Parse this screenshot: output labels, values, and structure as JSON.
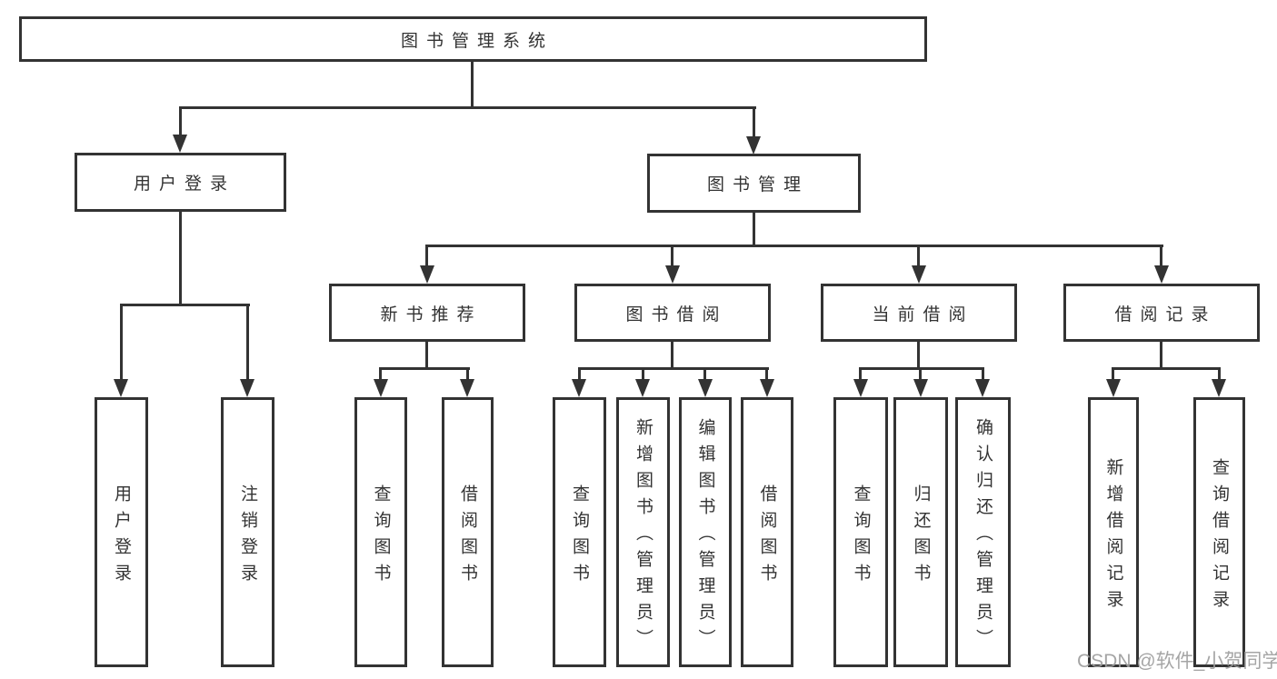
{
  "diagram": {
    "title": "图书管理系统",
    "watermark": "CSDN @软件_小贺同学",
    "colors": {
      "line": "#333333",
      "text": "#333333",
      "background": "#ffffff",
      "watermark": "#9e9e9e"
    },
    "tree": {
      "root": {
        "label": "图书管理系统",
        "children": [
          {
            "label": "用户登录",
            "children": [
              {
                "label": "用户登录"
              },
              {
                "label": "注销登录"
              }
            ]
          },
          {
            "label": "图书管理",
            "children": [
              {
                "label": "新书推荐",
                "children": [
                  {
                    "label": "查询图书"
                  },
                  {
                    "label": "借阅图书"
                  }
                ]
              },
              {
                "label": "图书借阅",
                "children": [
                  {
                    "label": "查询图书"
                  },
                  {
                    "label": "新增图书（管理员）"
                  },
                  {
                    "label": "编辑图书（管理员）"
                  },
                  {
                    "label": "借阅图书"
                  }
                ]
              },
              {
                "label": "当前借阅",
                "children": [
                  {
                    "label": "查询图书"
                  },
                  {
                    "label": "归还图书"
                  },
                  {
                    "label": "确认归还（管理员）"
                  }
                ]
              },
              {
                "label": "借阅记录",
                "children": [
                  {
                    "label": "新增借阅记录"
                  },
                  {
                    "label": "查询借阅记录"
                  }
                ]
              }
            ]
          }
        ]
      }
    }
  }
}
